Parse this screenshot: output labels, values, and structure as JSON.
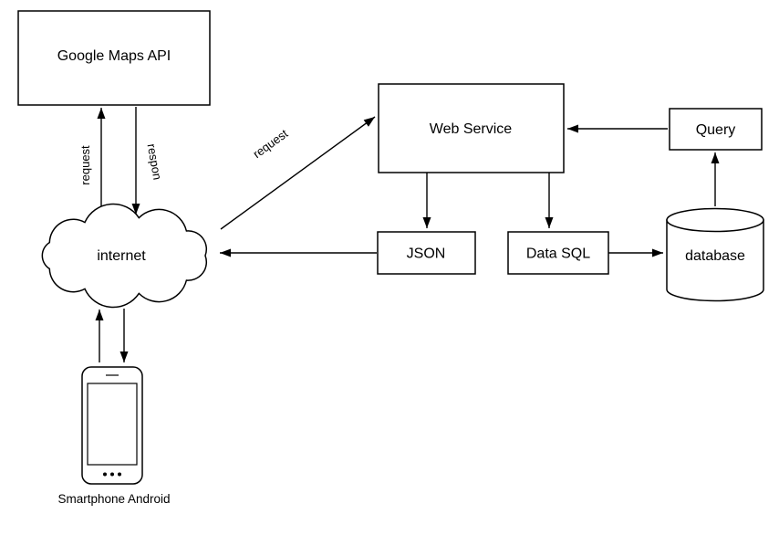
{
  "diagram": {
    "background": "#ffffff",
    "stroke_color": "#000000",
    "text_color": "#000000",
    "nodes": {
      "google_maps_api": "Google Maps API",
      "internet": "internet",
      "smartphone": "Smartphone Android",
      "web_service": "Web Service",
      "json": "JSON",
      "data_sql": "Data SQL",
      "query": "Query",
      "database": "database"
    },
    "edge_labels": {
      "request_vertical": "request",
      "respon": "respon",
      "request_diagonal": "request"
    }
  }
}
